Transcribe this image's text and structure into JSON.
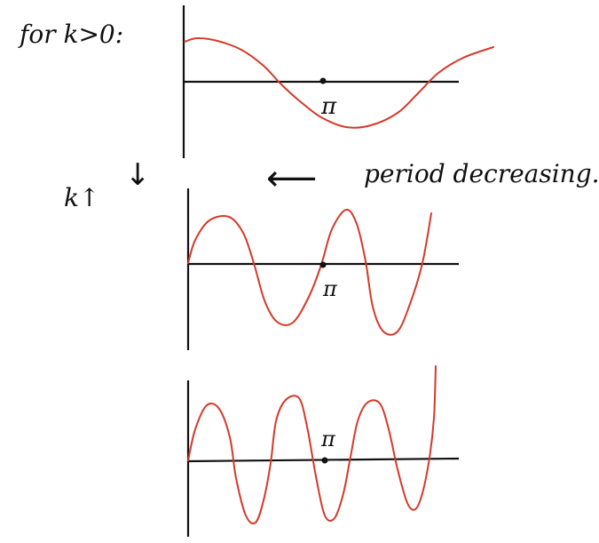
{
  "notes": {
    "condition": "for k>0:",
    "k_up": "k↑",
    "down_arrow_glyph": "↓",
    "left_arrow_glyph": "⟵",
    "period_note": "period decreasing."
  },
  "panels": [
    {
      "id": "top",
      "pi_label": "π"
    },
    {
      "id": "middle",
      "pi_label": "π"
    },
    {
      "id": "bottom",
      "pi_label": "π"
    }
  ],
  "colors": {
    "ink": "#111111",
    "curve": "#d43a2a"
  }
}
